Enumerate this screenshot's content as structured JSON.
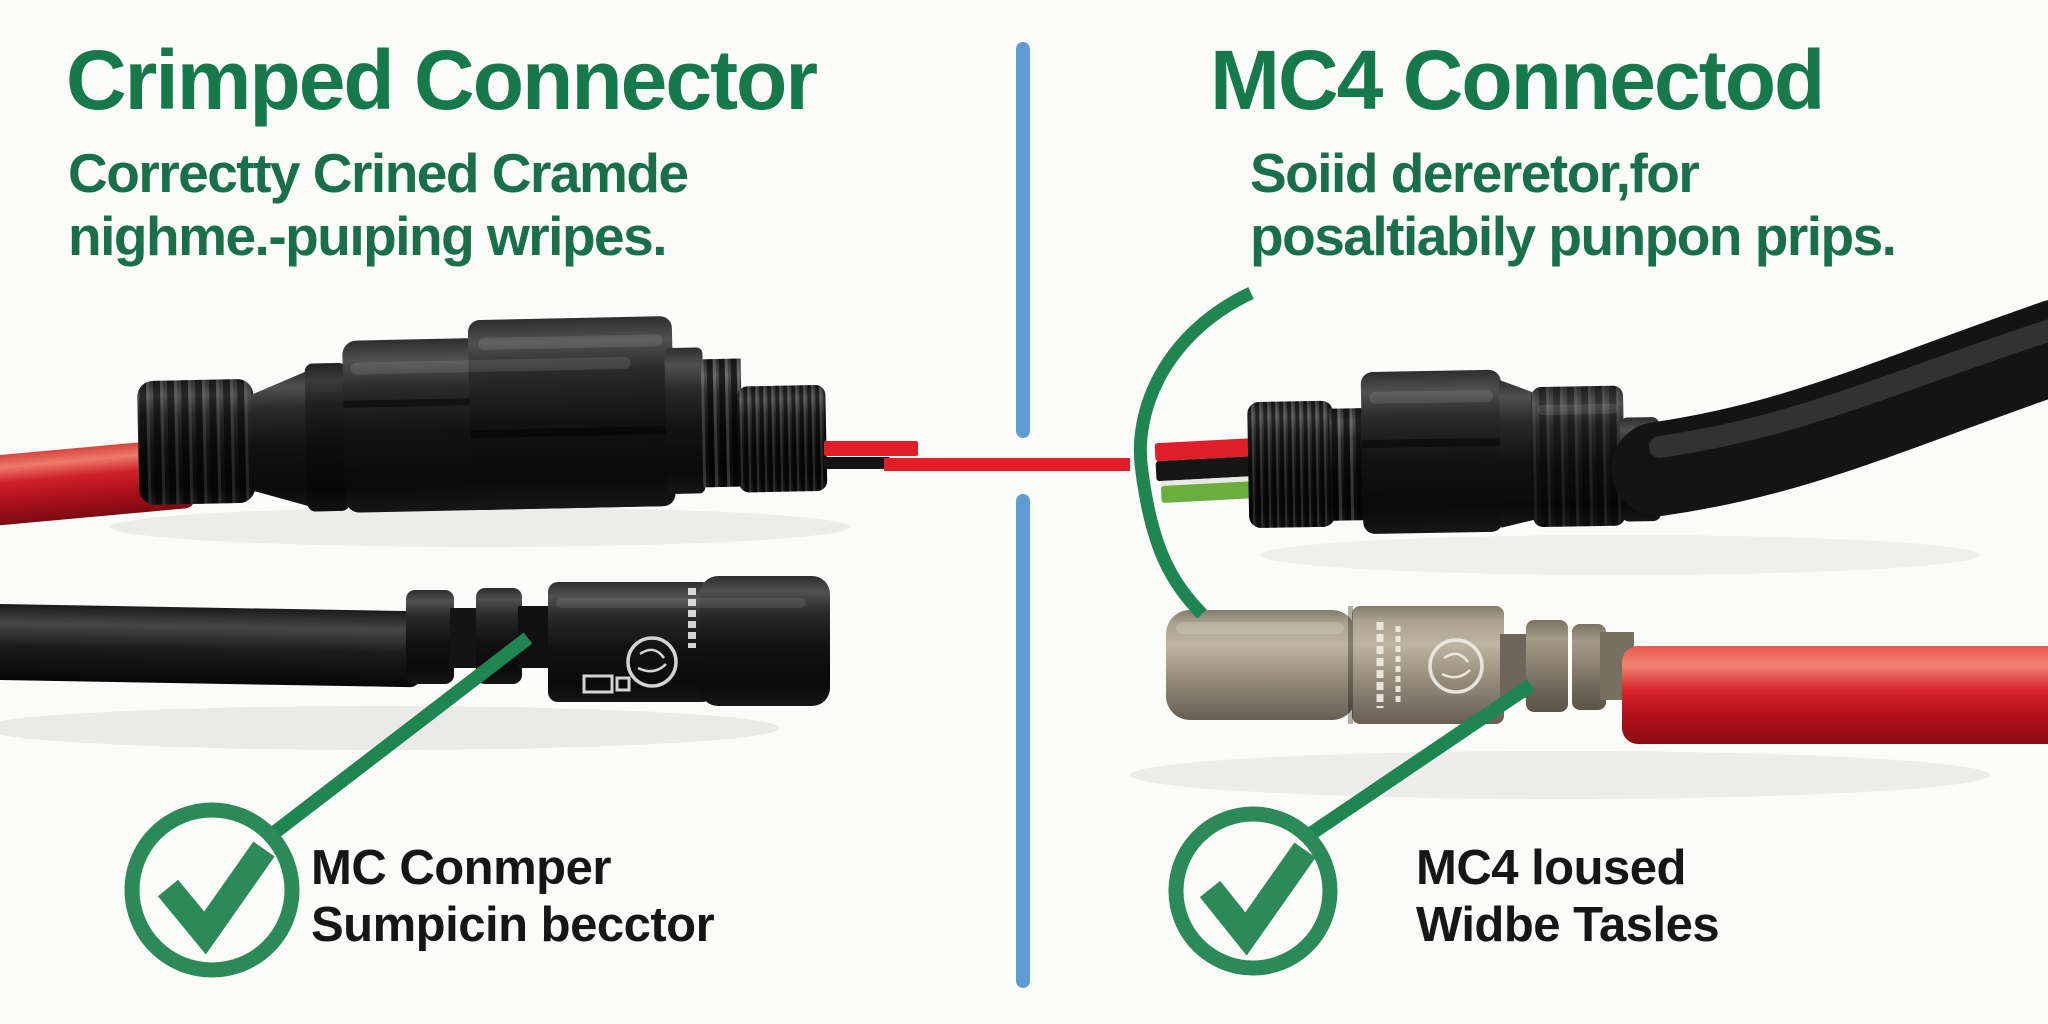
{
  "left_panel": {
    "title": "Crimped Connector",
    "subtitle_lines": [
      "Correctty Crined Cramde",
      "nighme.-puıping wripes."
    ],
    "caption_lines": [
      "MC Conmper",
      "Sumpicin becctor"
    ],
    "check_icon": "check-icon"
  },
  "right_panel": {
    "title": "MC4 Connectod",
    "subtitle_lines": [
      "Soiid dereretor,for",
      "posaltiabily punpon prips."
    ],
    "caption_lines": [
      "MC4 loused",
      "Widbe Tasles"
    ],
    "check_icon": "check-icon"
  },
  "colors": {
    "title_green": "#15794B",
    "subtitle_green": "#186F4A",
    "caption_black": "#161616",
    "divider_blue": "#5F9CD6",
    "annotation_green": "#1F8551",
    "check_green": "#2B8A57",
    "wire_red": "#E01E28",
    "cable_red": "#C2161F",
    "wire_green": "#6BAE3E",
    "connector_black": "#1C1C1C",
    "connector_tan": "#9A9180",
    "background": "#FBFBFA"
  }
}
